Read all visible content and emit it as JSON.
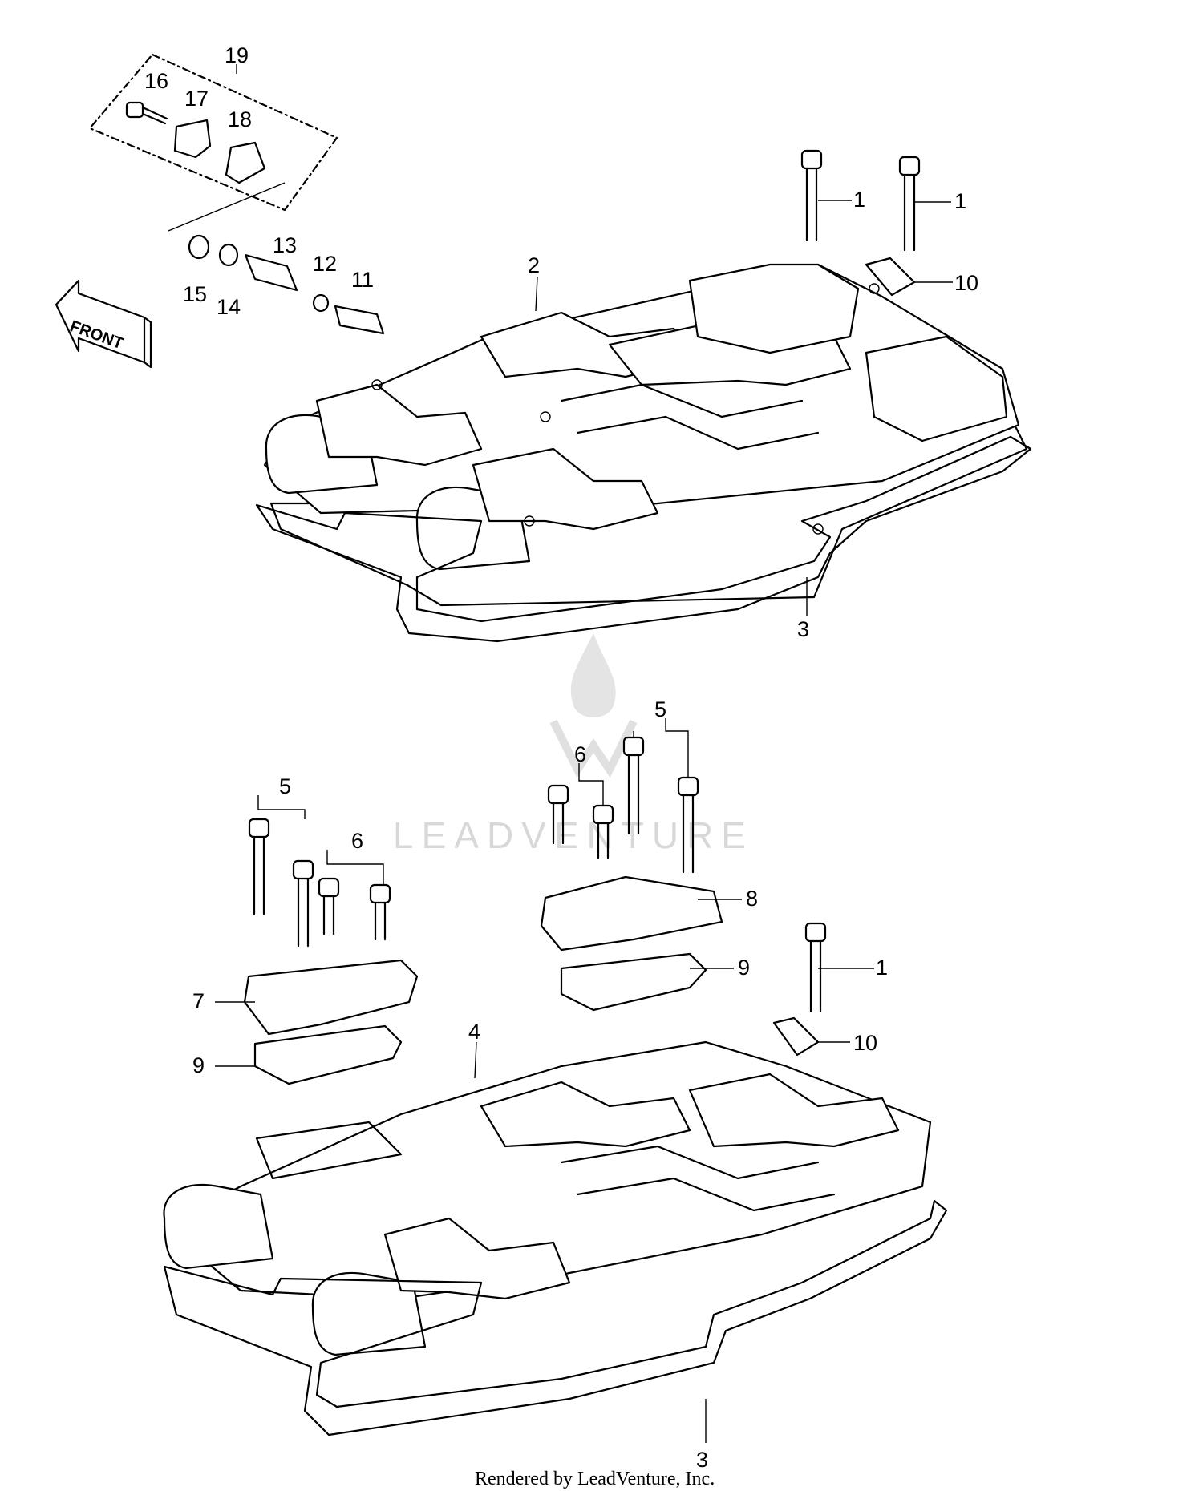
{
  "direction_label": "FRONT",
  "watermark": "LEADVENTURE",
  "footer": "Rendered by LeadVenture, Inc.",
  "callouts": {
    "c1a": "1",
    "c1b": "1",
    "c1c": "1",
    "c2": "2",
    "c3a": "3",
    "c3b": "3",
    "c4": "4",
    "c5a": "5",
    "c5b": "5",
    "c6a": "6",
    "c6b": "6",
    "c7": "7",
    "c8": "8",
    "c9a": "9",
    "c9b": "9",
    "c10a": "10",
    "c10b": "10",
    "c11": "11",
    "c12": "12",
    "c13": "13",
    "c14": "14",
    "c15": "15",
    "c16": "16",
    "c17": "17",
    "c18": "18",
    "c19": "19"
  },
  "icons": {
    "front_arrow": "front-arrow-icon",
    "bolt": "bolt-icon",
    "gasket": "gasket-icon",
    "cover": "cylinder-head-cover-icon"
  }
}
